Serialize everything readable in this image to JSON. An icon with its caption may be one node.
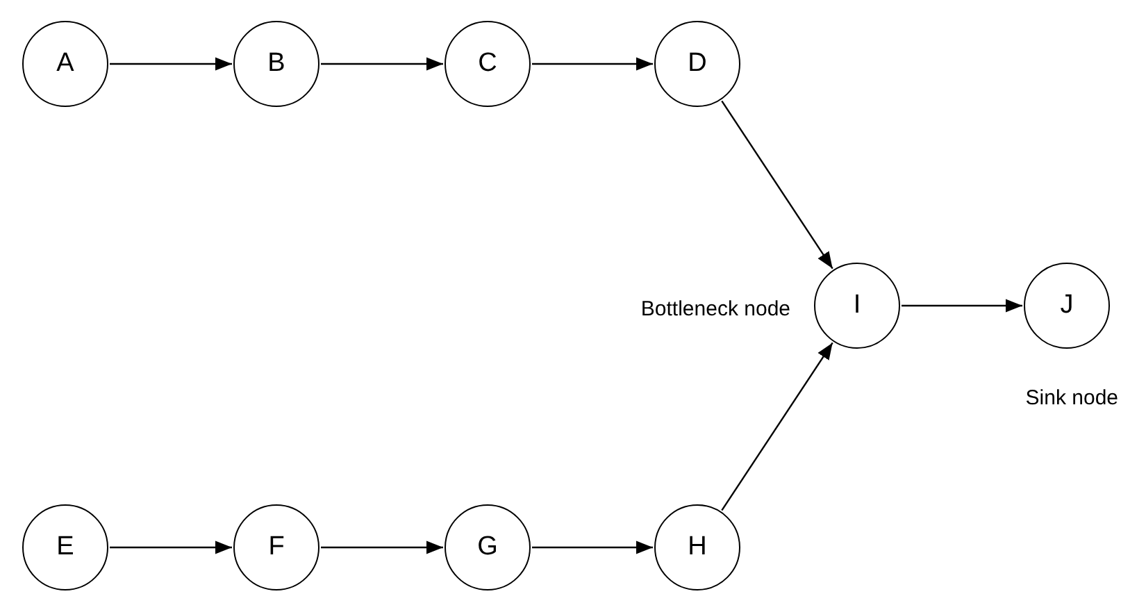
{
  "diagram": {
    "nodes": [
      {
        "text": [
          "A"
        ]
      },
      {
        "text": [
          "B"
        ]
      },
      {
        "text": [
          "C"
        ]
      },
      {
        "text": [
          "D"
        ]
      },
      {
        "text": [
          "E"
        ]
      },
      {
        "text": [
          "F"
        ]
      },
      {
        "text": [
          "G"
        ]
      },
      {
        "text": [
          "H"
        ]
      },
      {
        "text": [
          "I"
        ],
        "beside": [
          "Bottleneck node"
        ]
      },
      {
        "text": [
          "J"
        ],
        "beside": [
          "Sink node"
        ]
      }
    ],
    "edges": [
      {
        "from": 0,
        "to": 1,
        "arrow": "to"
      },
      {
        "from": 1,
        "to": 2,
        "arrow": "to"
      },
      {
        "from": 2,
        "to": 3,
        "arrow": "to"
      },
      {
        "from": 3,
        "to": 8,
        "arrow": "to"
      },
      {
        "from": 4,
        "to": 5,
        "arrow": "to"
      },
      {
        "from": 5,
        "to": 6,
        "arrow": "to"
      },
      {
        "from": 6,
        "to": 7,
        "arrow": "to"
      },
      {
        "from": 7,
        "to": 8,
        "arrow": "to"
      },
      {
        "from": 8,
        "to": 9,
        "arrow": "to"
      }
    ]
  }
}
